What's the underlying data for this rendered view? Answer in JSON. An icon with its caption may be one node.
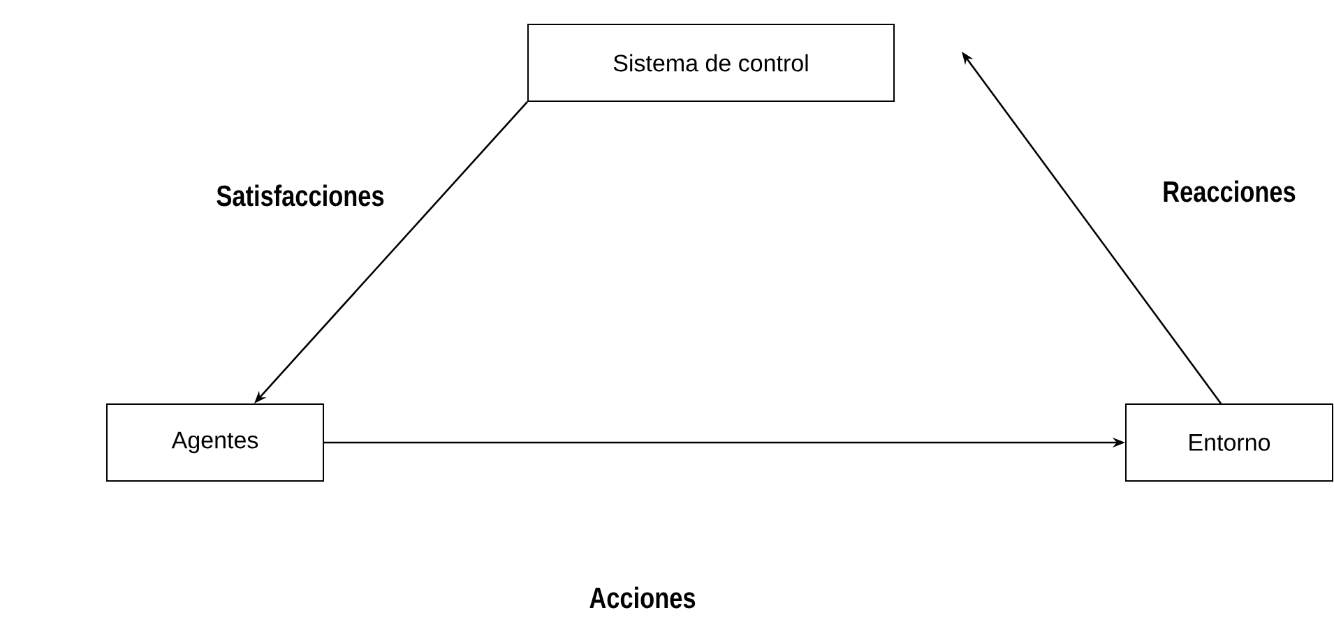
{
  "diagram": {
    "nodes": [
      {
        "text": [
          "Sistema de control"
        ]
      },
      {
        "text": [
          "Agentes"
        ]
      },
      {
        "text": [
          "Entorno"
        ]
      }
    ],
    "edges": [
      {
        "from": 0,
        "to": 1,
        "arrow": "to",
        "label": "Satisfacciones"
      },
      {
        "from": 1,
        "to": 2,
        "arrow": "to",
        "label": "Acciones"
      },
      {
        "from": 2,
        "to": 0,
        "arrow": "to",
        "label": "Reacciones"
      }
    ]
  }
}
